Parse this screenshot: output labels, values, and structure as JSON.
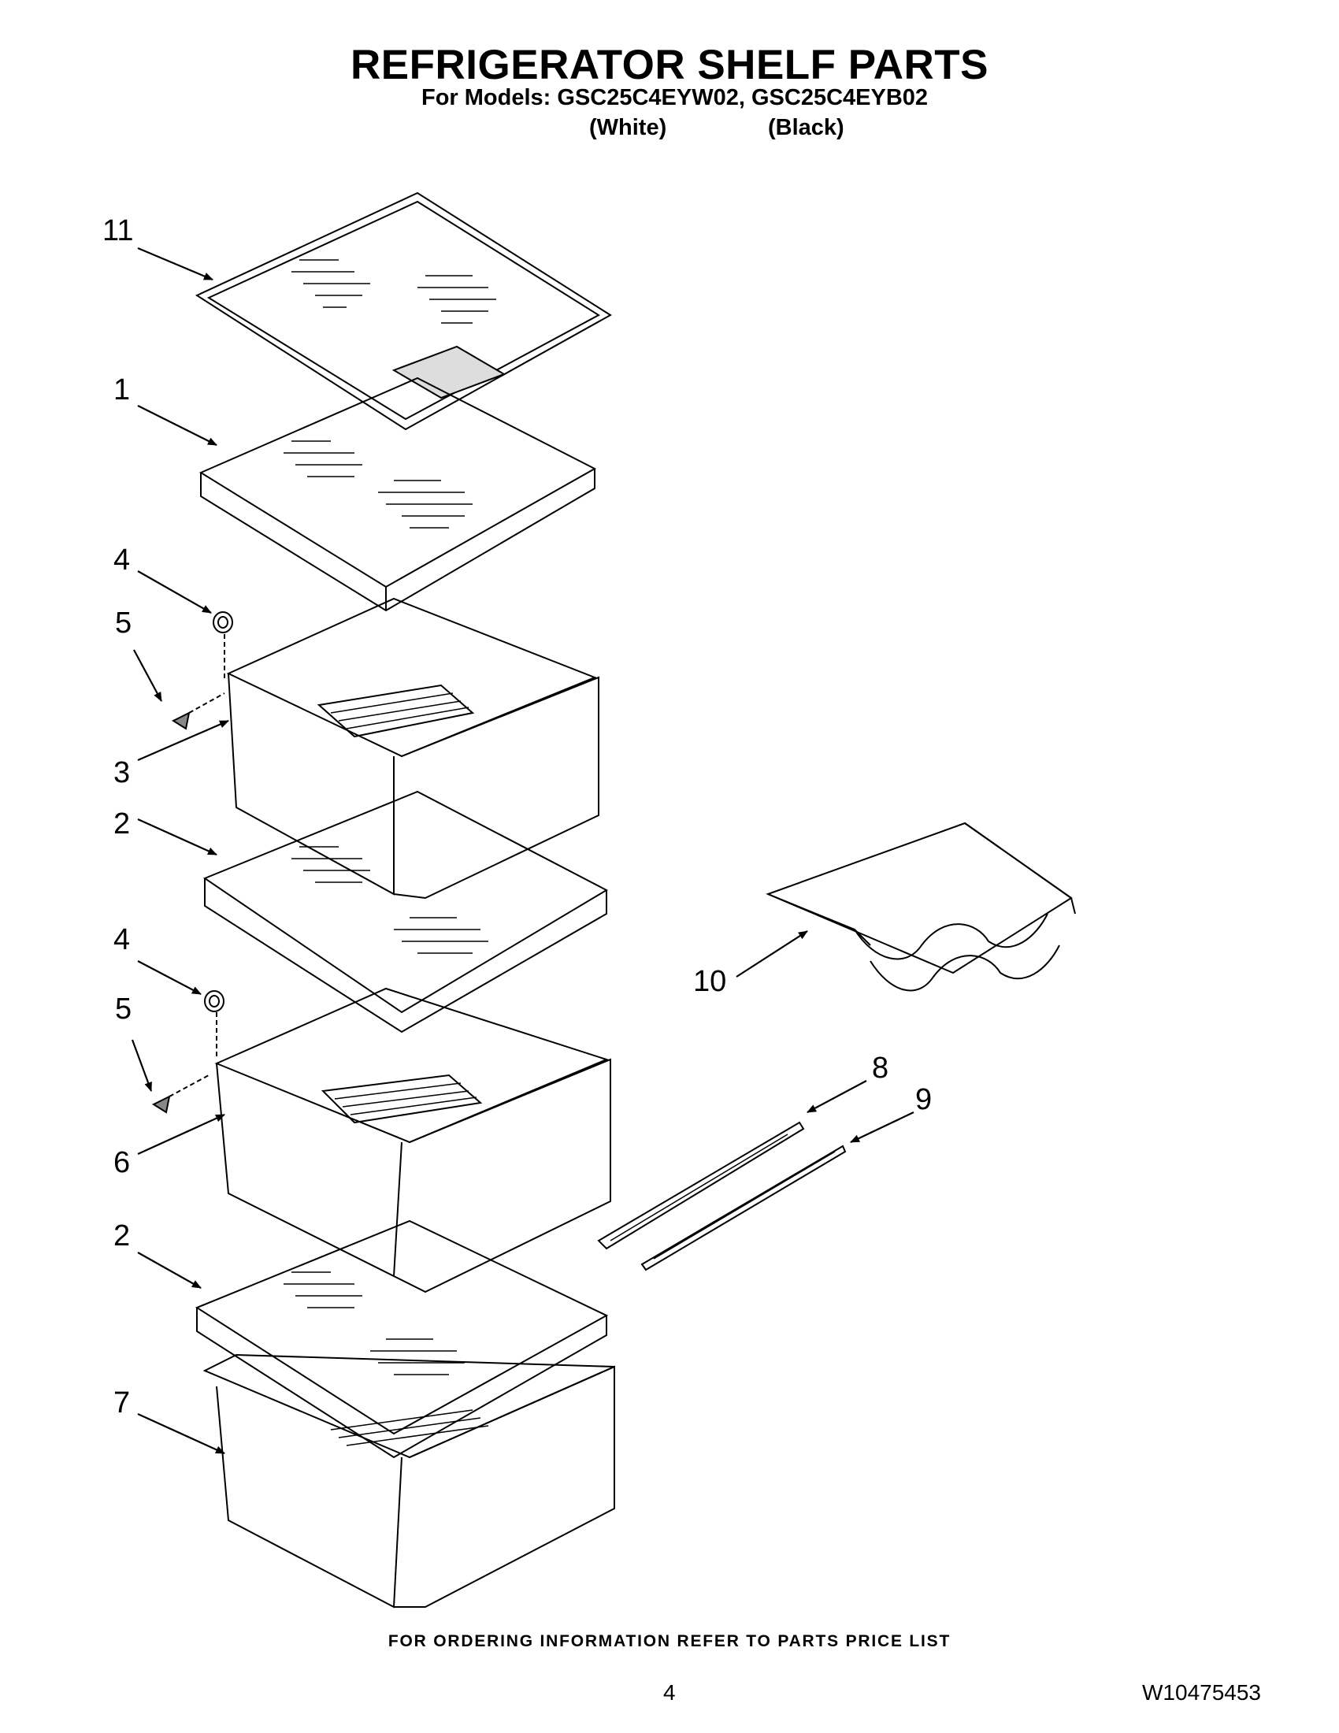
{
  "header": {
    "title": "REFRIGERATOR SHELF PARTS",
    "models_line": "For Models: GSC25C4EYW02, GSC25C4EYB02",
    "color_white": "(White)",
    "color_black": "(Black)"
  },
  "callouts": [
    "11",
    "1",
    "4",
    "5",
    "3",
    "2",
    "4",
    "5",
    "6",
    "2",
    "7",
    "10",
    "8",
    "9"
  ],
  "footer": {
    "ordering_note": "FOR ORDERING INFORMATION REFER TO PARTS PRICE LIST",
    "page_number": "4",
    "document_number": "W10475453"
  },
  "colors": {
    "ink": "#000000",
    "paper": "#ffffff"
  }
}
